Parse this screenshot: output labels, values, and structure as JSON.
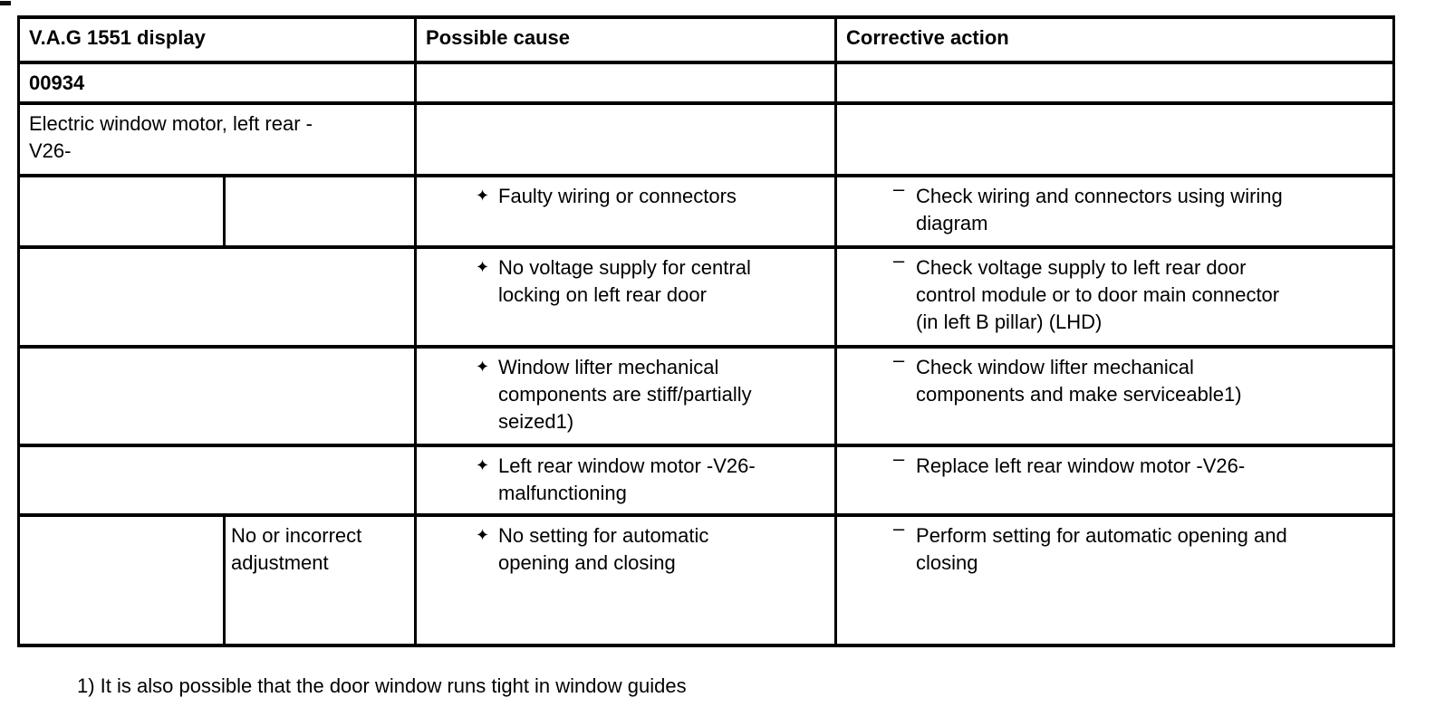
{
  "header": {
    "display": "V.A.G 1551 display",
    "cause": "Possible cause",
    "action": "Corrective action"
  },
  "markers": {
    "cause": "✦",
    "action": "–"
  },
  "fault": {
    "code": "00934",
    "description": "Electric window motor, left rear -\nV26-"
  },
  "rows": [
    {
      "sub_label": "",
      "cause": "Faulty wiring or connectors",
      "action": "Check wiring and connectors using wiring\ndiagram"
    },
    {
      "sub_label": "",
      "cause": "No voltage supply for central\nlocking on left rear door",
      "action": "Check voltage supply to left rear door\ncontrol module or to door main connector\n(in left B pillar) (LHD)"
    },
    {
      "sub_label": "",
      "cause": "Window lifter mechanical\ncomponents are stiff/partially\nseized1)",
      "action": "Check window lifter mechanical\ncomponents and make serviceable1)"
    },
    {
      "sub_label": "",
      "cause": "Left rear window motor -V26-\nmalfunctioning",
      "action": "Replace left rear window motor -V26-"
    },
    {
      "sub_label": "No or incorrect\nadjustment",
      "cause": "No setting for automatic\nopening and closing",
      "action": "Perform setting for automatic opening and\nclosing"
    }
  ],
  "footnote": "1) It is also possible that the door window runs tight in window guides"
}
